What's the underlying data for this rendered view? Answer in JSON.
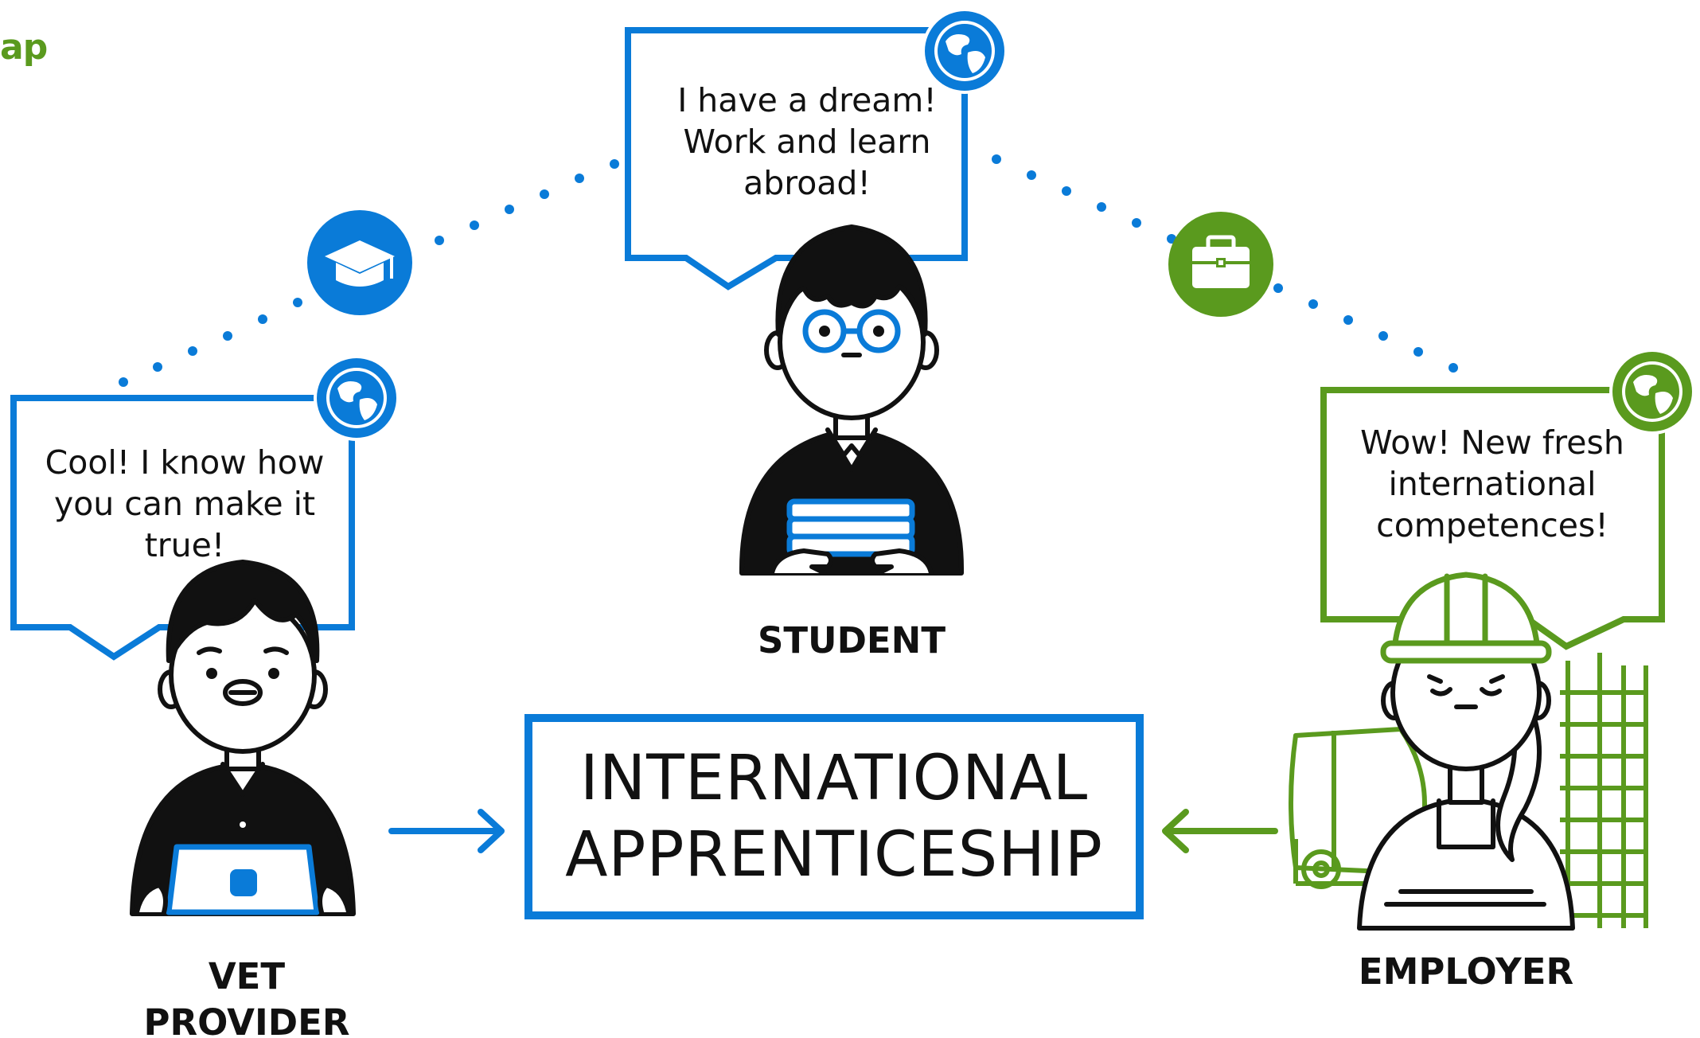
{
  "corner": {
    "text": "ap"
  },
  "bubbles": {
    "student": {
      "lines": [
        "I have a dream!",
        "Work and learn",
        "abroad!"
      ]
    },
    "vet": {
      "lines": [
        "Cool! I know how",
        "you can make it",
        "true!"
      ]
    },
    "employer": {
      "lines": [
        "Wow! New fresh",
        "international",
        "competences!"
      ]
    }
  },
  "labels": {
    "student": "STUDENT",
    "vet": [
      "VET",
      "PROVIDER"
    ],
    "employer": "EMPLOYER"
  },
  "main_box": {
    "lines": [
      "INTERNATIONAL",
      "APPRENTICESHIP"
    ]
  },
  "icons": {
    "education": "graduation-cap-icon",
    "work": "briefcase-icon",
    "globe": "globe-icon",
    "arrow_left_box": "arrow-right-icon",
    "arrow_right_box": "arrow-left-icon"
  },
  "colors": {
    "blue": "#0a7bd8",
    "green": "#5a9a1e",
    "ink": "#111111"
  }
}
